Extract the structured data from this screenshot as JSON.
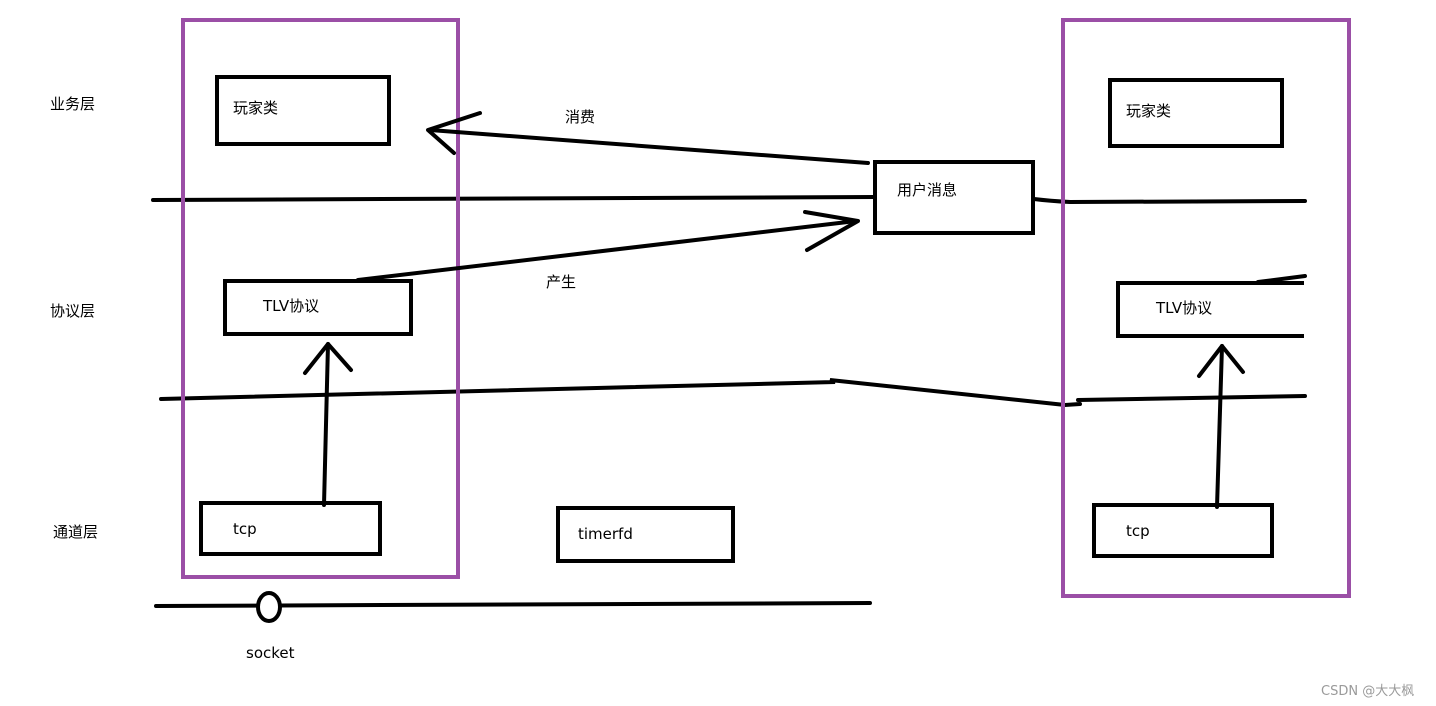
{
  "layers": {
    "business": "业务层",
    "protocol": "协议层",
    "channel": "通道层"
  },
  "left": {
    "player": "玩家类",
    "tlv": "TLV协议",
    "tcp": "tcp"
  },
  "middle": {
    "user_message": "用户消息",
    "timerfd": "timerfd",
    "consume": "消费",
    "produce": "产生"
  },
  "right": {
    "player": "玩家类",
    "tlv": "TLV协议",
    "tcp": "tcp"
  },
  "socket": "socket",
  "watermark": "CSDN @大大枫",
  "colors": {
    "ink": "#000000",
    "frame": "#9b4fa6",
    "watermark": "#9a9a9a"
  }
}
